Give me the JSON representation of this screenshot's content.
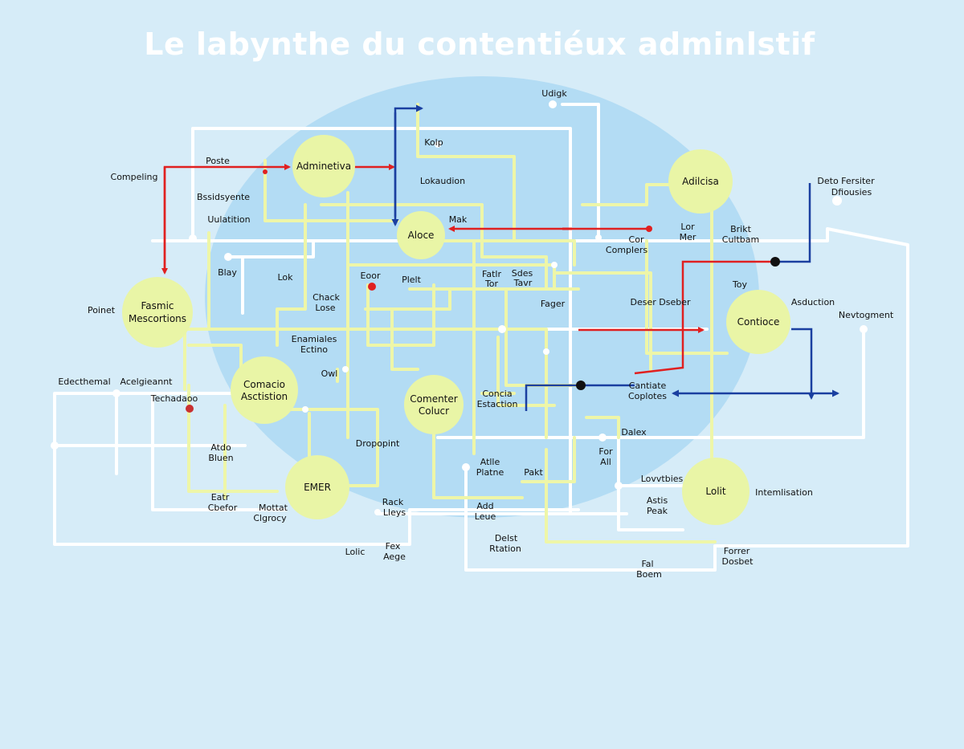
{
  "title": "Le labynthe du contentiéux adminlstif",
  "colors": {
    "background": "#d6ecf8",
    "blob": "#b3dcf4",
    "node_fill": "#e9f5a6",
    "track_yellow": "#eef6a8",
    "track_white": "#ffffff",
    "arrow_red": "#e02020",
    "arrow_blue": "#1a3fa0"
  },
  "nodes": [
    {
      "id": "adminetiva",
      "lines": [
        "Adminetiva"
      ]
    },
    {
      "id": "aloce",
      "lines": [
        "Aloce"
      ]
    },
    {
      "id": "adilcisa",
      "lines": [
        "Adilcisa"
      ]
    },
    {
      "id": "fasmic",
      "lines": [
        "Fasmic",
        "Mescortions"
      ]
    },
    {
      "id": "contioce",
      "lines": [
        "Contioce"
      ]
    },
    {
      "id": "comacio",
      "lines": [
        "Comacio",
        "Asctistion"
      ]
    },
    {
      "id": "comenter",
      "lines": [
        "Comenter",
        "Colucr"
      ]
    },
    {
      "id": "emer",
      "lines": [
        "EMER"
      ]
    },
    {
      "id": "lolit",
      "lines": [
        "Lolit"
      ]
    }
  ],
  "labels": [
    {
      "id": "udigk",
      "lines": [
        "Udigk"
      ]
    },
    {
      "id": "kolp",
      "lines": [
        "Kolp"
      ]
    },
    {
      "id": "poste",
      "lines": [
        "Poste"
      ]
    },
    {
      "id": "compeling",
      "lines": [
        "Compeling"
      ]
    },
    {
      "id": "lokaudion",
      "lines": [
        "Lokaudion"
      ]
    },
    {
      "id": "deto-fersiter",
      "lines": [
        "Deto Fersiter",
        "Dfiousies"
      ]
    },
    {
      "id": "bssidsyente",
      "lines": [
        "Bssidsyente"
      ]
    },
    {
      "id": "ulatition",
      "lines": [
        "Uulatition"
      ]
    },
    {
      "id": "mak",
      "lines": [
        "Mak"
      ]
    },
    {
      "id": "lor-mer",
      "lines": [
        "Lor",
        "Mer"
      ]
    },
    {
      "id": "brikt-cultbam",
      "lines": [
        "Brikt",
        "Cultbam"
      ]
    },
    {
      "id": "cor-complers",
      "lines": [
        "Cor",
        "Complers"
      ]
    },
    {
      "id": "blay",
      "lines": [
        "Blay"
      ]
    },
    {
      "id": "lok",
      "lines": [
        "Lok"
      ]
    },
    {
      "id": "eoor",
      "lines": [
        "Eoor"
      ]
    },
    {
      "id": "plelt",
      "lines": [
        "Plelt"
      ]
    },
    {
      "id": "fatlr-tor",
      "lines": [
        "Fatlr",
        "Tor"
      ]
    },
    {
      "id": "sdes-tavr",
      "lines": [
        "Sdes",
        "Tavr"
      ]
    },
    {
      "id": "toy",
      "lines": [
        "Toy"
      ]
    },
    {
      "id": "asduction",
      "lines": [
        "Asduction"
      ]
    },
    {
      "id": "poinet",
      "lines": [
        "Poinet"
      ]
    },
    {
      "id": "chack-lose",
      "lines": [
        "Chack",
        "Lose"
      ]
    },
    {
      "id": "fager",
      "lines": [
        "Fager"
      ]
    },
    {
      "id": "deser-dseber",
      "lines": [
        "Deser Dseber"
      ]
    },
    {
      "id": "nevtogment",
      "lines": [
        "Nevtogment"
      ]
    },
    {
      "id": "enamiales-ectino",
      "lines": [
        "Enamiales",
        "Ectino"
      ]
    },
    {
      "id": "owl",
      "lines": [
        "Owl"
      ]
    },
    {
      "id": "edecthemal",
      "lines": [
        "Edecthemal"
      ]
    },
    {
      "id": "acelgieannt",
      "lines": [
        "Acelgieannt"
      ]
    },
    {
      "id": "techedboo",
      "lines": [
        "Techadaoo"
      ]
    },
    {
      "id": "concia-estaction",
      "lines": [
        "Concia",
        "Estaction"
      ]
    },
    {
      "id": "cantiate-coplotes",
      "lines": [
        "Cantiate",
        "Coplotes"
      ]
    },
    {
      "id": "atdo-bluen",
      "lines": [
        "Atdo",
        "Bluen"
      ]
    },
    {
      "id": "dropopint",
      "lines": [
        "Dropopint"
      ]
    },
    {
      "id": "dalex",
      "lines": [
        "Dalex"
      ]
    },
    {
      "id": "atlle-platne",
      "lines": [
        "Atlle",
        "Platne"
      ]
    },
    {
      "id": "pakt",
      "lines": [
        "Pakt"
      ]
    },
    {
      "id": "for-all",
      "lines": [
        "For",
        "All"
      ]
    },
    {
      "id": "lovvtbies",
      "lines": [
        "Lovvtbies"
      ]
    },
    {
      "id": "intemlisation",
      "lines": [
        "Intemlisation"
      ]
    },
    {
      "id": "eatr-cbefor",
      "lines": [
        "Eatr",
        "Cbefor"
      ]
    },
    {
      "id": "mottat-clgrocy",
      "lines": [
        "Mottat",
        "Clgrocy"
      ]
    },
    {
      "id": "rack-lleys",
      "lines": [
        "Rack",
        "Lleys"
      ]
    },
    {
      "id": "add-leue",
      "lines": [
        "Add",
        "Leue"
      ]
    },
    {
      "id": "astis-peak",
      "lines": [
        "Astis",
        "Peak"
      ]
    },
    {
      "id": "lolic",
      "lines": [
        "Lolic"
      ]
    },
    {
      "id": "fex-aege",
      "lines": [
        "Fex",
        "Aege"
      ]
    },
    {
      "id": "delst-rtation",
      "lines": [
        "Delst",
        "Rtation"
      ]
    },
    {
      "id": "fal-boem",
      "lines": [
        "Fal",
        "Boem"
      ]
    },
    {
      "id": "forrer-dosbet",
      "lines": [
        "Forrer",
        "Dosbet"
      ]
    }
  ]
}
